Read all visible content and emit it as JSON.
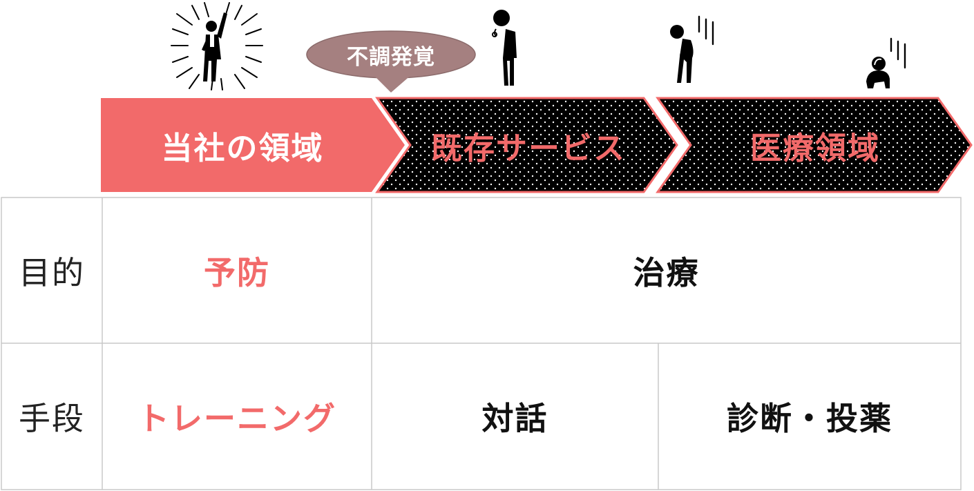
{
  "bubble": {
    "text": "不調発覚",
    "color": "#a58080"
  },
  "arrows": [
    {
      "label": "当社の領域",
      "style": "solid",
      "fill": "#f26a6a",
      "text_color": "#ffffff"
    },
    {
      "label": "既存サービス",
      "style": "dotted-black",
      "fill": "#000000",
      "text_color": "#f26a6a"
    },
    {
      "label": "医療領域",
      "style": "dotted-black",
      "fill": "#000000",
      "text_color": "#f26a6a"
    }
  ],
  "figures": [
    {
      "icon": "energetic-person-icon"
    },
    {
      "icon": "slouching-person-icon"
    },
    {
      "icon": "depressed-person-icon"
    },
    {
      "icon": "crouching-person-icon"
    }
  ],
  "table": {
    "rows": [
      {
        "header": "目的",
        "cells": [
          {
            "text": "予防",
            "color": "#f26a6a"
          },
          {
            "text": "治療",
            "color": "#111111"
          }
        ]
      },
      {
        "header": "手段",
        "cells": [
          {
            "text": "トレーニング",
            "color": "#f26a6a"
          },
          {
            "text": "対話",
            "color": "#111111"
          },
          {
            "text": "診断・投薬",
            "color": "#111111"
          }
        ]
      }
    ]
  },
  "colors": {
    "accent": "#f26a6a",
    "grid": "#c8c8c8"
  }
}
